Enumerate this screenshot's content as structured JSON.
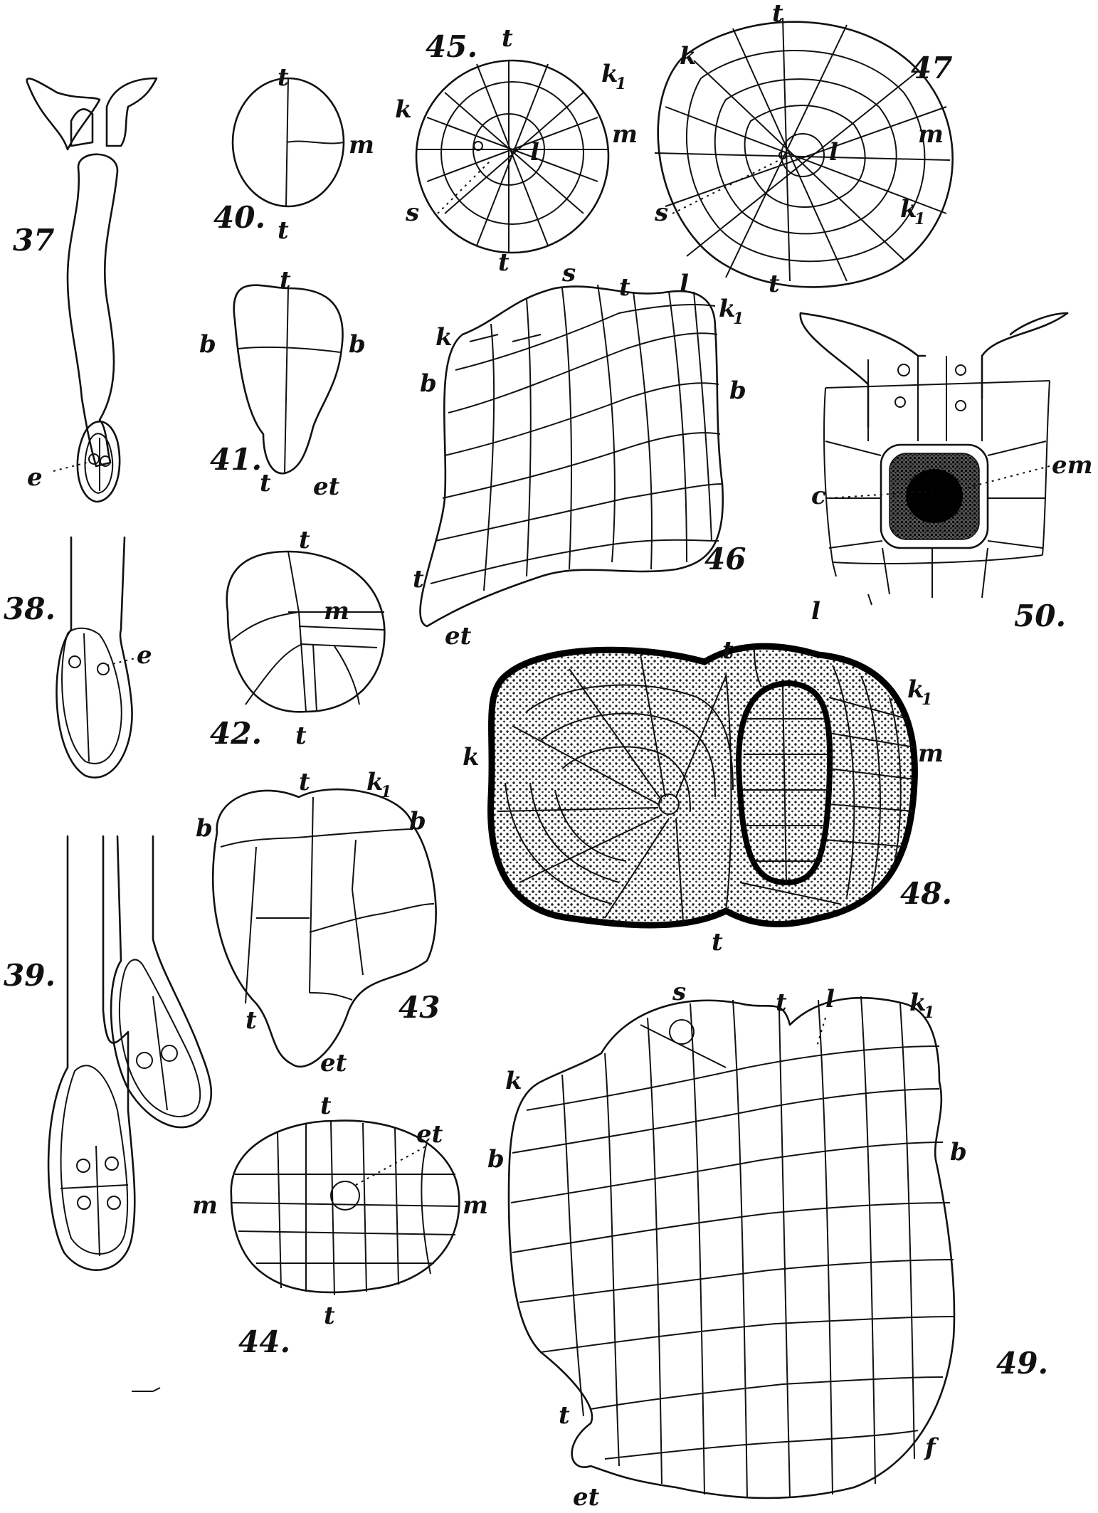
{
  "figure_numbers": {
    "f37": "37",
    "f38": "38.",
    "f39": "39.",
    "f40": "40.",
    "f41": "41.",
    "f42": "42.",
    "f43": "43",
    "f44": "44.",
    "f45": "45.",
    "f46": "46",
    "f47": "47",
    "f48": "48.",
    "f49": "49.",
    "f50": "50."
  },
  "labels": {
    "t": "t",
    "m": "m",
    "b": "b",
    "k": "k",
    "k1": "k",
    "k1_sub": "1",
    "s": "s",
    "l": "l",
    "e": "e",
    "et": "et",
    "em": "em",
    "c": "c",
    "f": "f"
  },
  "colors": {
    "ink": "#111111",
    "paper": "#ffffff"
  }
}
